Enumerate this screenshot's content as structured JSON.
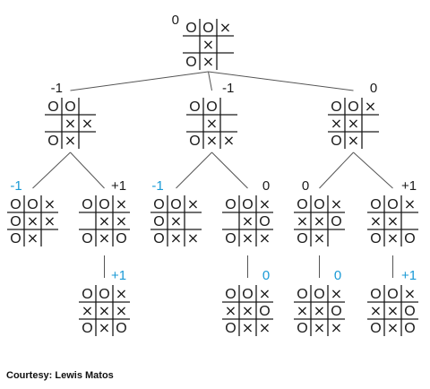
{
  "colors": {
    "ink": "#1a1a1a",
    "line": "#555555",
    "highlight": "#1a9ad6"
  },
  "credit": "Courtesy: Lewis Matos",
  "nodes": [
    {
      "id": "root",
      "cells": [
        "O",
        "O",
        "X",
        "",
        "X",
        "",
        "O",
        "X",
        ""
      ],
      "score": "0",
      "highlight": false
    },
    {
      "id": "n1",
      "cells": [
        "O",
        "O",
        "",
        "",
        "X",
        "X",
        "O",
        "X",
        ""
      ],
      "score": "-1",
      "highlight": false
    },
    {
      "id": "n2",
      "cells": [
        "O",
        "O",
        "",
        "",
        "X",
        "",
        "O",
        "X",
        "X"
      ],
      "score": "-1",
      "highlight": false
    },
    {
      "id": "n3",
      "cells": [
        "O",
        "O",
        "X",
        "X",
        "X",
        "",
        "O",
        "X",
        ""
      ],
      "score": "0",
      "highlight": false
    },
    {
      "id": "n1a",
      "cells": [
        "O",
        "O",
        "X",
        "O",
        "X",
        "X",
        "O",
        "X",
        ""
      ],
      "score": "-1",
      "highlight": true
    },
    {
      "id": "n1b",
      "cells": [
        "O",
        "O",
        "X",
        "",
        "X",
        "X",
        "O",
        "X",
        "O"
      ],
      "score": "+1",
      "highlight": false
    },
    {
      "id": "n2a",
      "cells": [
        "O",
        "O",
        "X",
        "O",
        "X",
        "",
        "O",
        "X",
        "X"
      ],
      "score": "-1",
      "highlight": true
    },
    {
      "id": "n2b",
      "cells": [
        "O",
        "O",
        "X",
        "",
        "X",
        "O",
        "O",
        "X",
        "X"
      ],
      "score": "0",
      "highlight": false
    },
    {
      "id": "n3a",
      "cells": [
        "O",
        "O",
        "X",
        "X",
        "X",
        "O",
        "O",
        "X",
        ""
      ],
      "score": "0",
      "highlight": false
    },
    {
      "id": "n3b",
      "cells": [
        "O",
        "O",
        "X",
        "X",
        "X",
        "",
        "O",
        "X",
        "O"
      ],
      "score": "+1",
      "highlight": false
    },
    {
      "id": "n1b1",
      "cells": [
        "O",
        "O",
        "X",
        "X",
        "X",
        "X",
        "O",
        "X",
        "O"
      ],
      "score": "+1",
      "highlight": true
    },
    {
      "id": "n2b1",
      "cells": [
        "O",
        "O",
        "X",
        "X",
        "X",
        "O",
        "O",
        "X",
        "X"
      ],
      "score": "0",
      "highlight": true
    },
    {
      "id": "n3a1",
      "cells": [
        "O",
        "O",
        "X",
        "X",
        "X",
        "O",
        "O",
        "X",
        "X"
      ],
      "score": "0",
      "highlight": true
    },
    {
      "id": "n3b1",
      "cells": [
        "O",
        "O",
        "X",
        "X",
        "X",
        "O",
        "O",
        "X",
        "O"
      ],
      "score": "+1",
      "highlight": true
    }
  ],
  "edges": [
    [
      "root",
      "n1"
    ],
    [
      "root",
      "n2"
    ],
    [
      "root",
      "n3"
    ],
    [
      "n1",
      "n1a"
    ],
    [
      "n1",
      "n1b"
    ],
    [
      "n2",
      "n2a"
    ],
    [
      "n2",
      "n2b"
    ],
    [
      "n3",
      "n3a"
    ],
    [
      "n3",
      "n3b"
    ],
    [
      "n1b",
      "n1b1"
    ],
    [
      "n2b",
      "n2b1"
    ],
    [
      "n3a",
      "n3a1"
    ],
    [
      "n3b",
      "n3b1"
    ]
  ]
}
